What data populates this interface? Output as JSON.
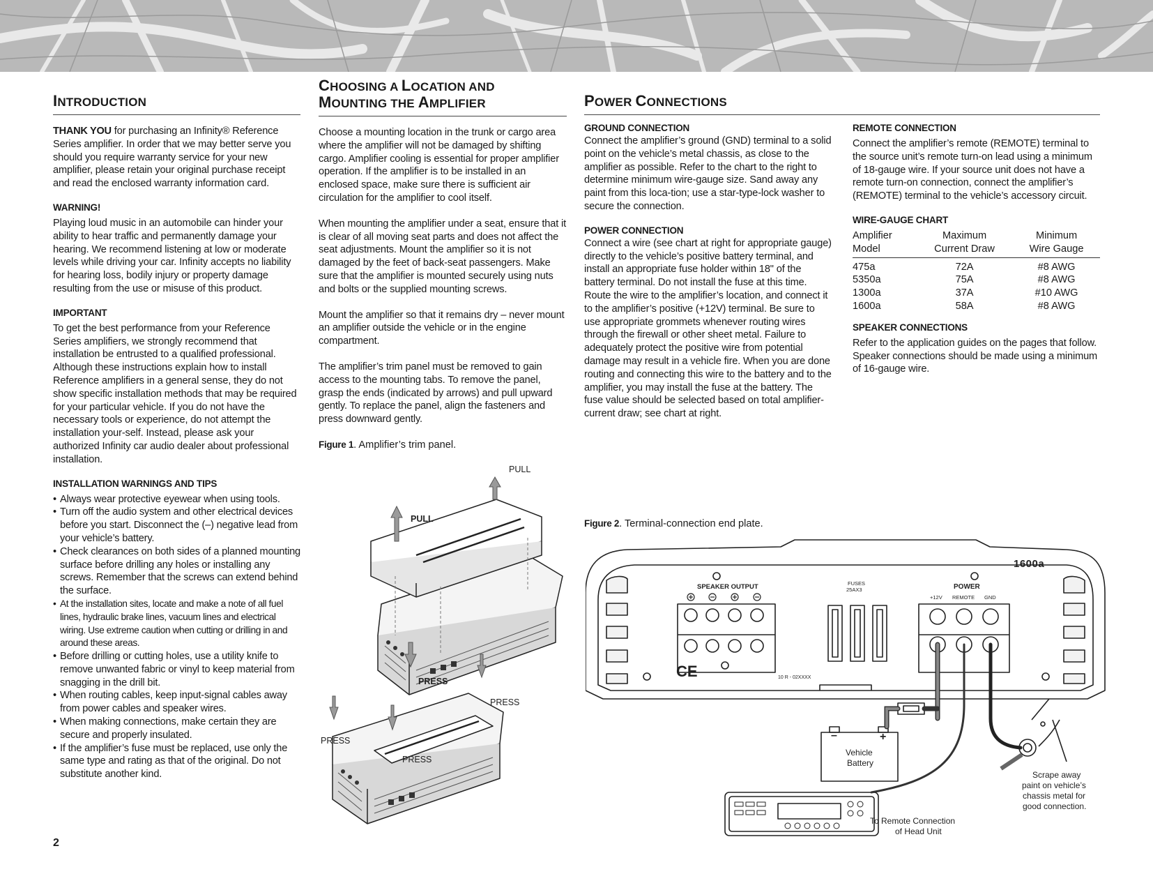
{
  "page_number": "2",
  "introduction": {
    "title_first": "I",
    "title_rest": "NTRODUCTION",
    "thank_you_lead": "THANK YOU",
    "thank_you_text": " for purchasing an Infinity® Reference Series amplifier. In order that we may better serve you should you require warranty service for your new amplifier, please retain your original purchase receipt and read the enclosed warranty information card.",
    "warning_heading": "WARNING!",
    "warning_text": "Playing loud music in an automobile can hinder your ability to hear traffic and permanently damage your hearing. We recommend listening at low or moderate levels while driving your car. Infinity accepts no liability for hearing loss, bodily injury or property damage resulting from the use or misuse of this product.",
    "important_heading": "IMPORTANT",
    "important_text": "To get the best performance from your Reference Series amplifiers, we strongly recommend that installation be entrusted to a qualified professional. Although these instructions explain how to install Reference amplifiers in a general sense, they do not show specific installation methods that may be required for your particular vehicle. If you do not have the necessary tools or experience, do not attempt the installation your-self. Instead, please ask your authorized Infinity car audio dealer about professional installation.",
    "tips_heading": "INSTALLATION WARNINGS AND TIPS",
    "tips": [
      "Always wear protective eyewear when using tools.",
      "Turn off the audio system and other electrical devices before you start. Disconnect the (–) negative lead from your vehicle’s battery.",
      "Check clearances on both sides of a planned mounting surface before drilling any holes or installing any screws. Remember that the screws can extend behind the surface.",
      "At the installation sites, locate and make a note of all fuel lines, hydraulic brake lines, vacuum lines and electrical wiring. Use extreme caution when cutting or drilling in and around these areas.",
      "Before drilling or cutting holes, use a utility knife to remove unwanted fabric or vinyl to keep material from snagging in the drill bit.",
      "When routing cables, keep input-signal cables away from power cables and speaker wires.",
      "When making connections, make certain they are secure and properly insulated.",
      "If the amplifier’s fuse must be replaced, use only the same type and rating as that of the original. Do not substitute another kind."
    ]
  },
  "mounting": {
    "title_line1_first": "C",
    "title_line1_rest": "HOOSING A ",
    "title_line1_first2": "L",
    "title_line1_rest2": "OCATION AND",
    "title_line2_first": "M",
    "title_line2_rest": "OUNTING THE ",
    "title_line2_first2": "A",
    "title_line2_rest2": "MPLIFIER",
    "paragraphs": [
      "Choose a mounting location in the trunk or cargo area where the amplifier will not be damaged by shifting cargo. Amplifier cooling is essential for proper amplifier operation. If the amplifier is to be installed in an enclosed space, make sure there is sufficient air circulation for the amplifier to cool itself.",
      "When mounting the amplifier under a seat, ensure that it is clear of all moving seat parts and does not affect the seat adjustments. Mount the amplifier so it is not damaged by the feet of back-seat passengers. Make sure that the amplifier is mounted securely using nuts and bolts or the supplied mounting screws.",
      "Mount the amplifier so that it remains dry – never mount an amplifier outside the vehicle or in the engine compartment.",
      "The amplifier’s trim panel must be removed to gain access to the mounting tabs. To remove the panel, grasp the ends (indicated by arrows) and pull upward gently. To replace the panel, align the fasteners and press downward gently."
    ],
    "figure_lead": "Figure 1",
    "figure_text": ". Amplifier’s trim panel.",
    "fig_labels": {
      "pull_top": "PULL",
      "pull_left": "PULL",
      "press_top": "PRESS",
      "press_right": "PRESS",
      "press_left": "PRESS",
      "press_mid": "PRESS"
    }
  },
  "power": {
    "title_first": "P",
    "title_rest": "OWER ",
    "title_first2": "C",
    "title_rest2": "ONNECTIONS",
    "ground_heading": "GROUND CONNECTION",
    "ground_text": "Connect the amplifier’s ground (GND) terminal to a solid point on the vehicle’s metal chassis, as close to the amplifier as possible. Refer to the chart to the right to determine minimum wire-gauge size. Sand away any paint from this loca-tion; use a star-type-lock washer to secure the connection.",
    "power_heading": "POWER CONNECTION",
    "power_text": "Connect a wire (see chart at right for appropriate gauge) directly to the vehicle’s positive battery terminal, and install an appropriate fuse holder within 18\" of the battery terminal. Do not install the fuse at this time. Route the wire to the amplifier’s location, and connect it to the amplifier’s positive (+12V) terminal. Be sure to use appropriate grommets whenever routing wires through the firewall or other sheet metal. Failure to adequately protect the positive wire from potential damage may result in a vehicle fire. When you are done routing and connecting this wire to the battery and to the amplifier, you may install the fuse at the battery. The fuse value should be selected based on total amplifier-current draw; see chart at right.",
    "remote_heading": "REMOTE CONNECTION",
    "remote_text": "Connect the amplifier’s remote (REMOTE) terminal to the source unit’s remote turn-on lead using a minimum of 18-gauge wire. If your source unit does not have a remote turn-on connection, connect the amplifier’s (REMOTE) terminal to the vehicle’s accessory circuit.",
    "chart_heading": "WIRE-GAUGE CHART",
    "chart": {
      "headers": [
        "Amplifier Model",
        "Maximum Current Draw",
        "Minimum Wire Gauge"
      ],
      "header_lines": [
        [
          "Amplifier",
          "Model"
        ],
        [
          "Maximum",
          "Current Draw"
        ],
        [
          "Minimum",
          "Wire Gauge"
        ]
      ],
      "rows": [
        [
          "475a",
          "72A",
          "#8 AWG"
        ],
        [
          "5350a",
          "75A",
          "#8 AWG"
        ],
        [
          "1300a",
          "37A",
          "#10 AWG"
        ],
        [
          "1600a",
          "58A",
          "#8 AWG"
        ]
      ]
    },
    "speaker_heading": "SPEAKER CONNECTIONS",
    "speaker_text": "Refer to the application guides on the pages that follow. Speaker connections should be made using a minimum of 16-gauge wire.",
    "figure_lead": "Figure 2",
    "figure_text": ". Terminal-connection end plate.",
    "fig_labels": {
      "model": "1600a",
      "speaker_output": "SPEAKER OUTPUT",
      "fuses": "FUSES",
      "fuses_rating": "25AX3",
      "power": "POWER",
      "v12": "+12V",
      "remote": "REMOTE",
      "gnd": "GND",
      "ce": "CE",
      "serial": "10 R - 02XXXX",
      "battery_line1": "Vehicle",
      "battery_line2": "Battery",
      "battery_minus": "–",
      "battery_plus": "+",
      "remote_line1": "To Remote Connection",
      "remote_line2": "of Head Unit",
      "scrape_line1": "Scrape away",
      "scrape_line2": "paint on vehicle’s",
      "scrape_line3": "chassis metal for",
      "scrape_line4": "good connection."
    }
  }
}
